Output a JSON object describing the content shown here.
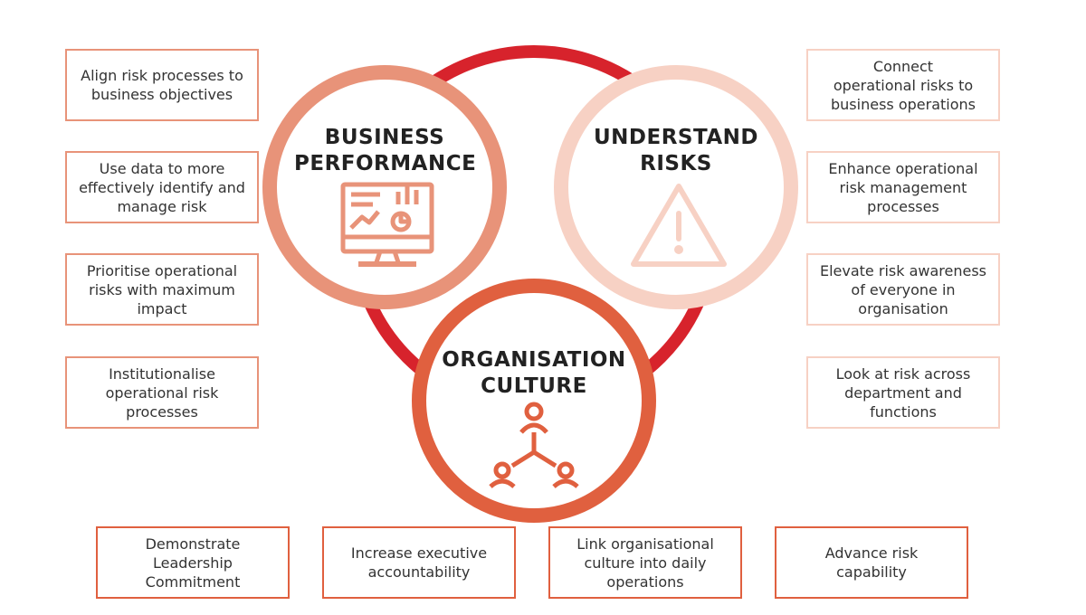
{
  "circles": {
    "business": {
      "title_line1": "BUSINESS",
      "title_line2": "PERFORMANCE",
      "color": "#e89379",
      "icon": "monitor-chart-icon"
    },
    "risks": {
      "title_line1": "UNDERSTAND",
      "title_line2": "RISKS",
      "color": "#f7d1c4",
      "icon": "warning-triangle-icon"
    },
    "culture": {
      "title_line1": "ORGANISATION",
      "title_line2": "CULTURE",
      "color": "#e0603f",
      "icon": "people-network-icon"
    },
    "ring_color": "#d7232c"
  },
  "left_boxes": [
    {
      "line1": "Align risk processes to",
      "line2": "business objectives",
      "line3": ""
    },
    {
      "line1": "Use data to more",
      "line2": "effectively identify and",
      "line3": "manage risk"
    },
    {
      "line1": "Prioritise operational",
      "line2": "risks with maximum",
      "line3": "impact"
    },
    {
      "line1": "Institutionalise",
      "line2": "operational risk",
      "line3": "processes"
    }
  ],
  "right_boxes": [
    {
      "line1": "Connect",
      "line2": "operational risks to",
      "line3": "business operations"
    },
    {
      "line1": "Enhance operational",
      "line2": "risk management",
      "line3": "processes"
    },
    {
      "line1": "Elevate risk awareness",
      "line2": "of everyone in",
      "line3": "organisation"
    },
    {
      "line1": "Look at risk across",
      "line2": "department and",
      "line3": "functions"
    }
  ],
  "bottom_boxes": [
    {
      "line1": "Demonstrate",
      "line2": "Leadership",
      "line3": "Commitment"
    },
    {
      "line1": "Increase executive",
      "line2": "accountability",
      "line3": ""
    },
    {
      "line1": "Link organisational",
      "line2": "culture into daily",
      "line3": "operations"
    },
    {
      "line1": "Advance risk",
      "line2": "capability",
      "line3": ""
    }
  ]
}
